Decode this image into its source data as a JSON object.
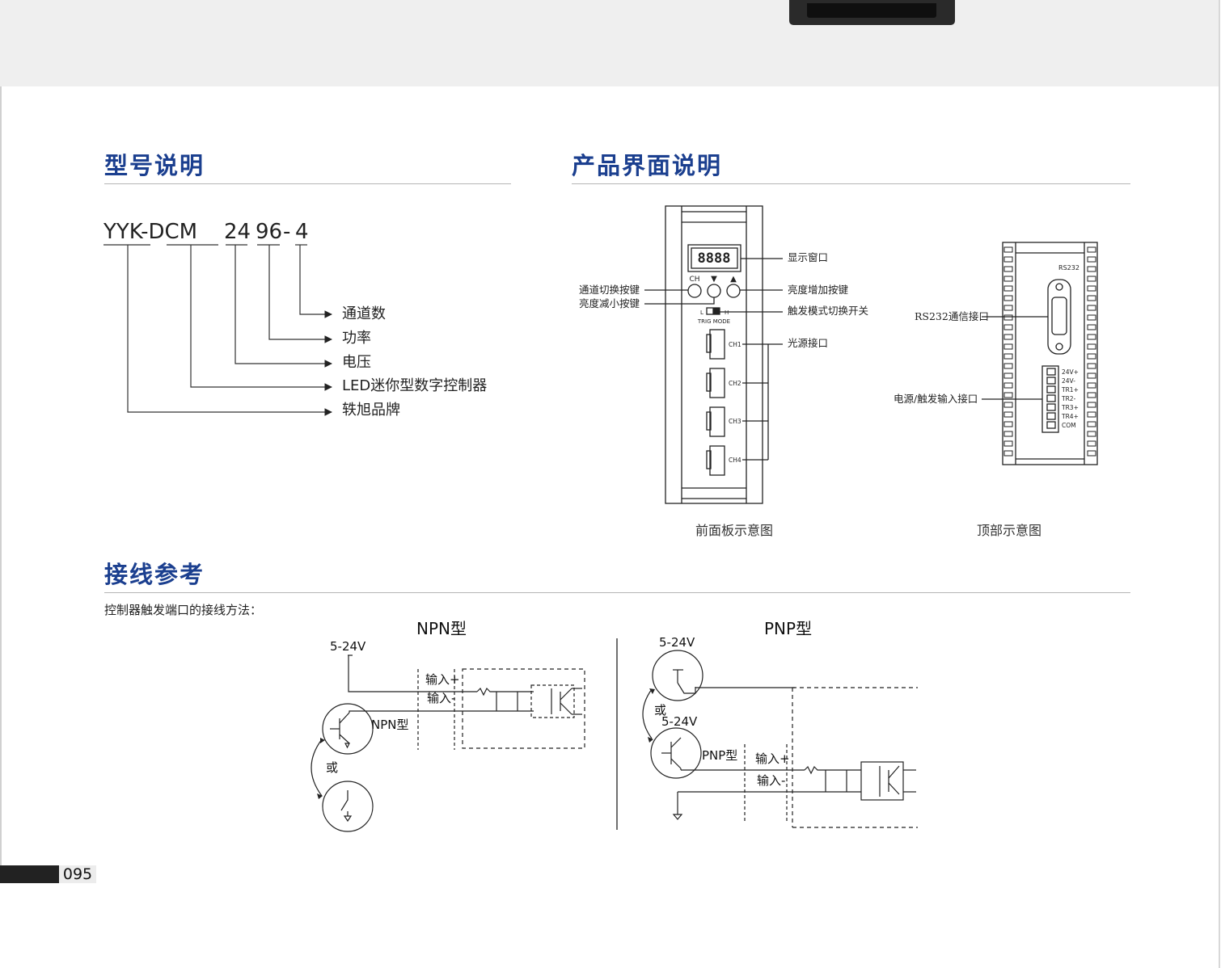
{
  "sections": {
    "model": "型号说明",
    "interface": "产品界面说明",
    "wiring": "接线参考"
  },
  "model_code": {
    "prefix": "YYK-DCM",
    "voltage": "24",
    "power": "96",
    "dash": "-",
    "channels": "4"
  },
  "model_legend": [
    "通道数",
    "功率",
    "电压",
    "LED迷你型数字控制器",
    "轶旭品牌"
  ],
  "front_panel": {
    "display_window": "显示窗口",
    "channel_button": "通道切换按键",
    "brightness_down": "亮度减小按键",
    "brightness_up": "亮度增加按键",
    "trigger_switch": "触发模式切换开关",
    "light_port": "光源接口",
    "display_digits": "8888",
    "ch_key": "CH",
    "down_key": "▼",
    "up_key": "▲",
    "switch_l": "L",
    "switch_h": "H",
    "trig_mode": "TRIG MODE",
    "channels": [
      "CH1",
      "CH2",
      "CH3",
      "CH4"
    ],
    "caption": "前面板示意图"
  },
  "top_view": {
    "rs232_label": "RS232",
    "rs232_port": "RS232通信接口",
    "power_port": "电源/触发输入接口",
    "terminals": [
      "24V+",
      "24V-",
      "TR1+",
      "TR2-",
      "TR3+",
      "TR4+",
      "COM"
    ],
    "caption": "顶部示意图"
  },
  "wiring": {
    "intro": "控制器触发端口的接线方法：",
    "npn": {
      "title": "NPN型",
      "voltage": "5-24V",
      "input_plus": "输入+",
      "input_minus": "输入-",
      "type_label": "NPN型",
      "or": "或"
    },
    "pnp": {
      "title": "PNP型",
      "voltage_top": "5-24V",
      "or": "或",
      "voltage_bottom": "5-24V",
      "type_label": "PNP型",
      "input_plus": "输入+",
      "input_minus": "输入-"
    }
  },
  "page_number": "095",
  "colors": {
    "heading": "#1b3f8f",
    "rule": "#b5b5b5",
    "page_bar": "#222222"
  }
}
